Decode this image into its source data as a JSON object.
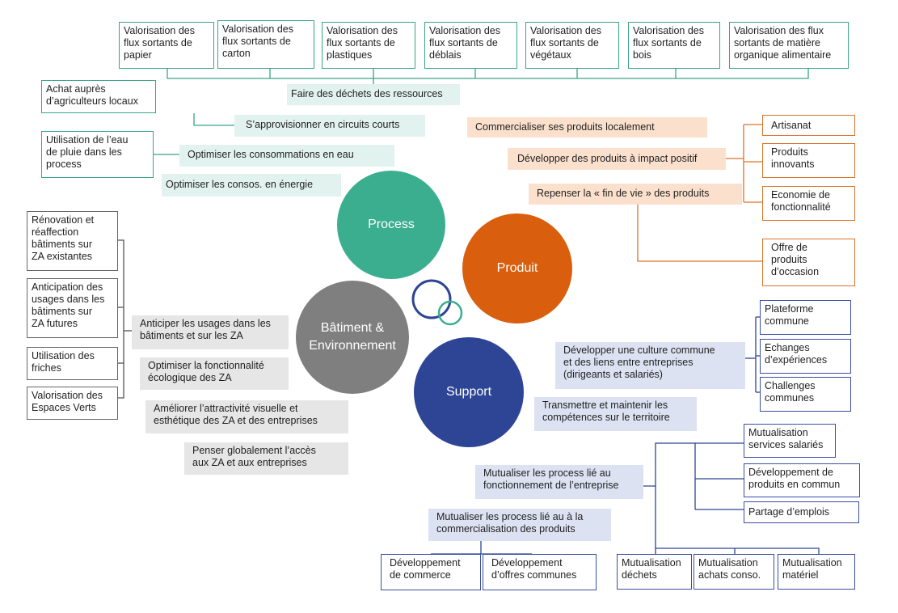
{
  "colors": {
    "process": "#3aae8e",
    "produit": "#d95f0e",
    "batiment": "#7f7f7f",
    "support": "#2e4595"
  },
  "circles": {
    "process": "Process",
    "produit": "Produit",
    "batiment": "Bâtiment &\nEnvironnement",
    "support": "Support"
  },
  "process": {
    "flux": [
      "Valorisation des\nflux sortants de\npapier",
      "Valorisation des\nflux sortants de\ncarton",
      "Valorisation des\nflux sortants de\nplastiques",
      "Valorisation des\nflux sortants de\ndéblais",
      "Valorisation des\nflux sortants de\nvégétaux",
      "Valorisation des\nflux sortants de\nbois",
      "Valorisation des  flux\nsortants de matière\norganique alimentaire"
    ],
    "dechets": "Faire des déchets des ressources",
    "achat": "Achat auprès\nd’agriculteurs locaux",
    "circuits": "S’approvisionner en circuits courts",
    "eau_pluie": "Utilisation de l’eau\nde pluie dans les\nprocess",
    "eau": "Optimiser les consommations en eau",
    "energie": "Optimiser les consos.  en énergie"
  },
  "produit": {
    "commercialiser": "Commercialiser ses produits localement",
    "developper": "Développer des produits à impact positif",
    "fin_de_vie": "Repenser la « fin de vie » des produits",
    "artisanat": "Artisanat",
    "innovants": "Produits\ninnovants",
    "economie": "Economie de\nfonctionnalité",
    "occasion": "Offre de\nproduits\nd’occasion"
  },
  "batiment": {
    "renovation": "Rénovation et\nréaffection\nbâtiments sur\nZA existantes",
    "anticipation": "Anticipation des\nusages dans les\nbâtiments sur\nZA futures",
    "friches": "Utilisation des\nfriches",
    "espaces_verts": "Valorisation des\nEspaces Verts",
    "anticiper": "Anticiper les usages dans les\nbâtiments et sur les ZA",
    "fonctionnalite": "Optimiser la fonctionnalité\nécologique des ZA",
    "attractivite": "Améliorer l’attractivité visuelle et\nesthétique des ZA et des entreprises",
    "acces": "Penser globalement l’accès\naux ZA et aux entreprises"
  },
  "support": {
    "culture": "Développer une culture commune\net des liens entre entreprises\n(dirigeants et salariés)",
    "plateforme": "Plateforme\ncommune",
    "echanges": "Echanges\nd’expériences",
    "challenges": "Challenges\ncommunes",
    "competences": "Transmettre et maintenir les\ncompétences sur le territoire",
    "mutualiser_fonct": "Mutualiser les process lié au\nfonctionnement de l’entreprise",
    "mut_services": "Mutualisation\nservices salariés",
    "dev_produits": "Développement de\nproduits en commun",
    "partage": "Partage d’emplois",
    "mutualiser_comm": "Mutualiser les process lié au à la\ncommercialisation des produits",
    "dev_commerce": "Développement\nde commerce",
    "dev_offres": "Développement\nd’offres communes",
    "mut_dechets": "Mutualisation\ndéchets",
    "mut_achats": "Mutualisation\nachats conso.",
    "mut_materiel": "Mutualisation\nmatériel"
  }
}
